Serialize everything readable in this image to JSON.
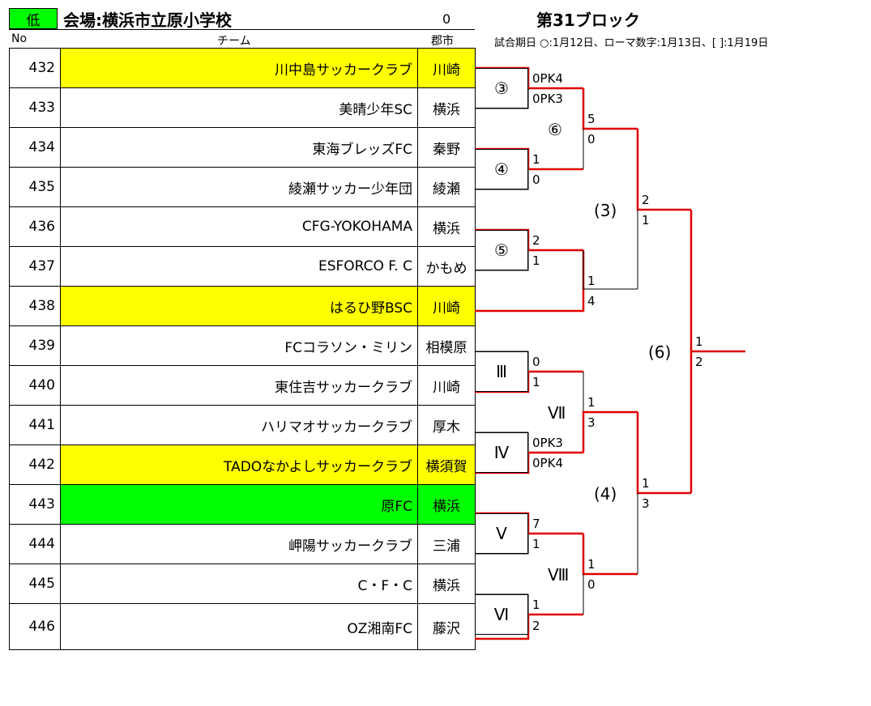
{
  "header": {
    "grade": "低",
    "venue": "会場:横浜市立原小学校",
    "counter": "0",
    "block_title": "第31ブロック",
    "col_no": "No",
    "col_team": "チーム",
    "col_city": "郡市",
    "legend": "試合期日 ○:1月12日、ローマ数字:1月13日、[ ]:1月19日"
  },
  "teams": [
    {
      "no": "432",
      "name": "川中島サッカークラブ",
      "city": "川崎",
      "highlight": "yellow"
    },
    {
      "no": "433",
      "name": "美晴少年SC",
      "city": "横浜",
      "highlight": ""
    },
    {
      "no": "434",
      "name": "東海ブレッズFC",
      "city": "秦野",
      "highlight": ""
    },
    {
      "no": "435",
      "name": "綾瀬サッカー少年団",
      "city": "綾瀬",
      "highlight": ""
    },
    {
      "no": "436",
      "name": "CFG-YOKOHAMA",
      "city": "横浜",
      "highlight": ""
    },
    {
      "no": "437",
      "name": "ESFORCO F. C",
      "city": "かもめ",
      "highlight": ""
    },
    {
      "no": "438",
      "name": "はるひ野BSC",
      "city": "川崎",
      "highlight": "yellow"
    },
    {
      "no": "439",
      "name": "FCコラソン・ミリン",
      "city": "相模原",
      "highlight": ""
    },
    {
      "no": "440",
      "name": "東住吉サッカークラブ",
      "city": "川崎",
      "highlight": ""
    },
    {
      "no": "441",
      "name": "ハリマオサッカークラブ",
      "city": "厚木",
      "highlight": ""
    },
    {
      "no": "442",
      "name": "TADOなかよしサッカークラブ",
      "city": "横須賀",
      "highlight": "yellow"
    },
    {
      "no": "443",
      "name": "原FC",
      "city": "横浜",
      "highlight": "green"
    },
    {
      "no": "444",
      "name": "岬陽サッカークラブ",
      "city": "三浦",
      "highlight": ""
    },
    {
      "no": "445",
      "name": "C・F・C",
      "city": "横浜",
      "highlight": ""
    },
    {
      "no": "446",
      "name": "OZ湘南FC",
      "city": "藤沢",
      "highlight": ""
    }
  ],
  "bracket": {
    "boxes": [
      "③",
      "④",
      "⑤",
      "Ⅲ",
      "Ⅳ",
      "Ⅴ",
      "Ⅵ"
    ],
    "labels": [
      "⑥",
      "(3)",
      "(6)",
      "Ⅶ",
      "(4)",
      "Ⅷ"
    ],
    "scores": [
      "0PK4",
      "0PK3",
      "1",
      "0",
      "2",
      "1",
      "5",
      "0",
      "1",
      "4",
      "2",
      "1",
      "0",
      "1",
      "0PK3",
      "0PK4",
      "7",
      "1",
      "1",
      "2",
      "1",
      "3",
      "1",
      "0",
      "1",
      "3",
      "1",
      "2"
    ]
  },
  "colors": {
    "highlight_yellow": "#ffff00",
    "highlight_green": "#00ff00",
    "winner_line": "#e00000"
  }
}
